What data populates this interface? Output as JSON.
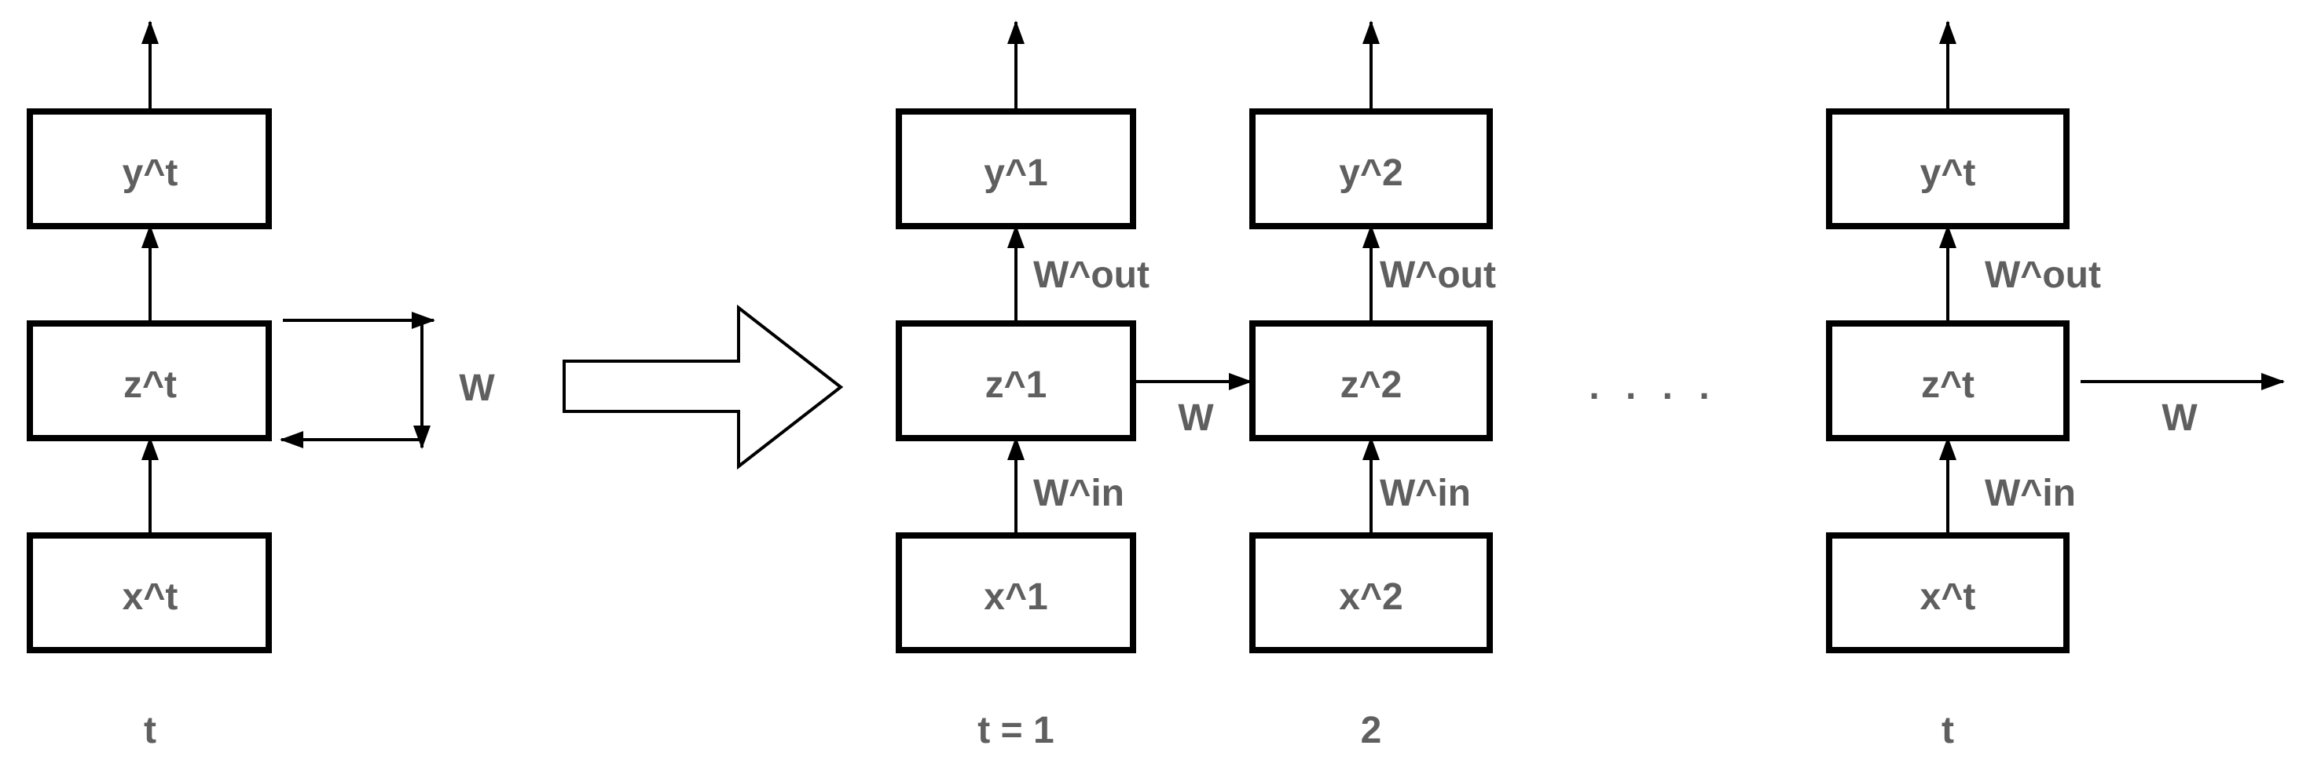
{
  "folded": {
    "output_label": "y^t",
    "hidden_label": "z^t",
    "input_label": "x^t",
    "recurrent_weight_label": "W",
    "time_label": "t"
  },
  "unrolled": {
    "steps": [
      {
        "output_label": "y^1",
        "hidden_label": "z^1",
        "input_label": "x^1",
        "out_weight_label": "W^out",
        "in_weight_label": "W^in",
        "time_label": "t = 1"
      },
      {
        "output_label": "y^2",
        "hidden_label": "z^2",
        "input_label": "x^2",
        "out_weight_label": "W^out",
        "in_weight_label": "W^in",
        "time_label": "2"
      },
      {
        "output_label": "y^t",
        "hidden_label": "z^t",
        "input_label": "x^t",
        "out_weight_label": "W^out",
        "in_weight_label": "W^in",
        "time_label": "t"
      }
    ],
    "transition_weight_labels": [
      "W",
      "W"
    ],
    "ellipsis": ". . . ."
  }
}
